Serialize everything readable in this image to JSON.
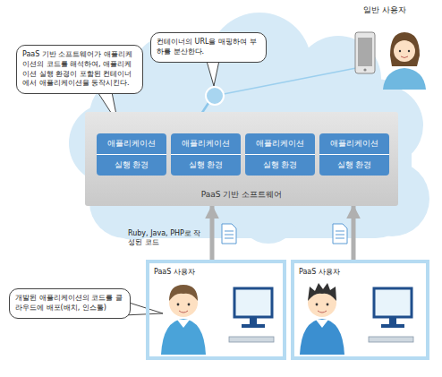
{
  "diagram": {
    "nodes": [
      {
        "text": [
          "PaaS 기반 소프트웨어가 애플리케이션의 코드를 해석하여, 애플리케이션 실행 환경이 포함된 컨테이너에서 애플리케이션을 동작시킨다."
        ]
      },
      {
        "text": [
          "컨테이너의 URL을 매핑하여 부하를 분산한다."
        ]
      },
      {
        "text": [
          "PaaS 기반 소프트웨어"
        ]
      },
      {
        "text": [
          "애플리케이션",
          "실행 환경"
        ],
        "in": 2
      },
      {
        "text": [
          "애플리케이션",
          "실행 환경"
        ],
        "in": 2
      },
      {
        "text": [
          "애플리케이션",
          "실행 환경"
        ],
        "in": 2
      },
      {
        "text": [
          "애플리케이션",
          "실행 환경"
        ],
        "in": 2
      },
      {
        "text": [
          "PaaS 사용자"
        ]
      },
      {
        "text": [
          "PaaS 사용자"
        ]
      },
      {
        "text": [
          "개발된 애플리케이션의 코드를 클라우드에 배포(배치, 인스톨)"
        ]
      }
    ],
    "edges": [
      {
        "from": 7,
        "to": 2,
        "arrow": "to"
      },
      {
        "from": 8,
        "to": 2,
        "arrow": "to"
      }
    ],
    "labels": [
      "일반 사용자",
      "Ruby, Java, PHP로 작성된 코드"
    ]
  }
}
